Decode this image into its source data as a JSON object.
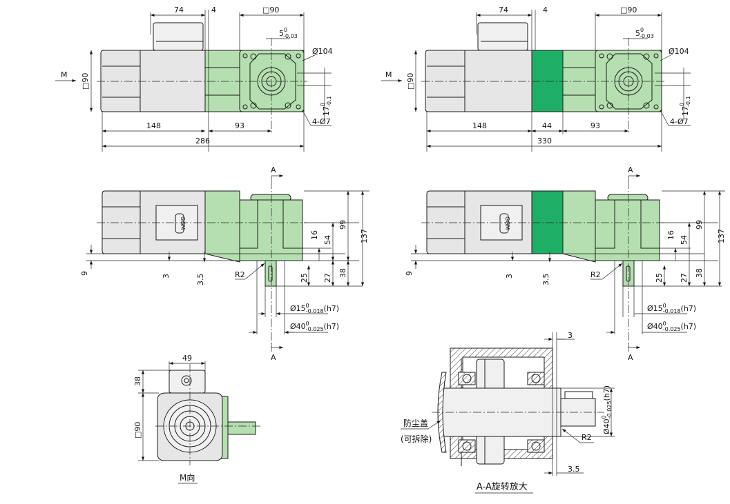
{
  "title": "Gear motor dimension drawing",
  "colors": {
    "gearbox": "#b5dfb0",
    "intermediate_gearbox": "#1fae66",
    "motor": "#e6e6e6"
  },
  "view_top_left": {
    "dim_terminal": "74",
    "dim_gap": "4",
    "dim_square": "□90",
    "dim_key": "5",
    "dim_key_tol_upper": "0",
    "dim_key_tol_lower": "-0.03",
    "dim_pcd": "Ø104",
    "dim_key_height": "17",
    "dim_key_height_tol_upper": "0",
    "dim_key_height_tol_lower": "-0.1",
    "dim_holes": "4-Ø7",
    "dim_motor": "148",
    "dim_gear": "93",
    "dim_total": "286",
    "dim_motor_square": "□90",
    "view_arrow": "M"
  },
  "view_top_right": {
    "dim_terminal": "74",
    "dim_gap": "4",
    "dim_square": "□90",
    "dim_key": "5",
    "dim_key_tol_upper": "0",
    "dim_key_tol_lower": "-0.03",
    "dim_pcd": "Ø104",
    "dim_key_height": "17",
    "dim_key_height_tol_upper": "0",
    "dim_key_height_tol_lower": "-0.1",
    "dim_holes": "4-Ø7",
    "dim_motor": "148",
    "dim_mid": "44",
    "dim_gear": "93",
    "dim_total": "330",
    "dim_motor_square": "□90",
    "view_arrow": "M"
  },
  "view_side": {
    "section_mark": "A",
    "dim_9": "9",
    "dim_3": "3",
    "dim_35": "3.5",
    "radius": "R2",
    "dim_25": "25",
    "dim_27": "27",
    "dim_38": "38",
    "dim_16": "16",
    "dim_54": "54",
    "dim_99": "99",
    "dim_137": "137",
    "shaft_dia": "Ø15",
    "shaft_tol_upper": "0",
    "shaft_tol_lower": "-0.018",
    "shaft_fit": "(h7)",
    "pilot_dia": "Ø40",
    "pilot_tol_upper": "0",
    "pilot_tol_lower": "-0.025",
    "pilot_fit": "(h7)",
    "nameplate": "GGM"
  },
  "view_m": {
    "dim_width": "49",
    "dim_height": "38",
    "dim_square": "□90",
    "caption": "M向"
  },
  "section": {
    "dim_3": "3",
    "dim_35": "3.5",
    "radius": "R2",
    "pilot_dia": "Ø40",
    "pilot_tol_upper": "0",
    "pilot_tol_lower": "-0.025",
    "pilot_fit": "(h7)",
    "cover_label": "防尘盖",
    "cover_note": "(可拆除)",
    "caption": "A-A旋转放大"
  }
}
